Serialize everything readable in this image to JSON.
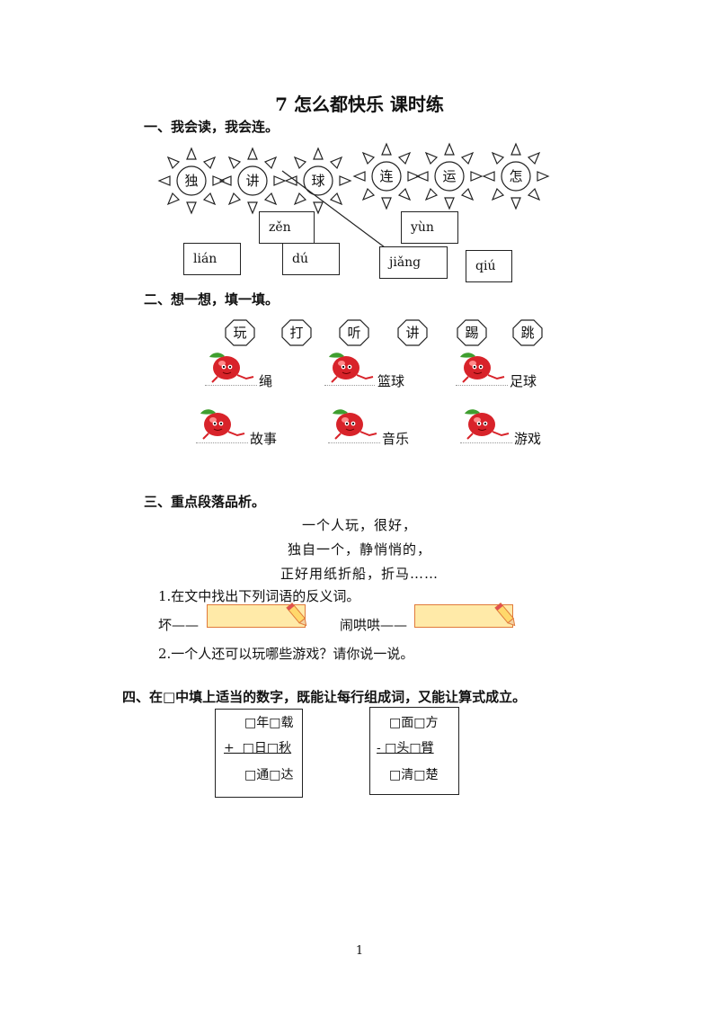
{
  "title": "7  怎么都快乐    课时练",
  "section1": {
    "heading": "一、我会读，我会连。",
    "suns": [
      "独",
      "讲",
      "球",
      "连",
      "运",
      "怎"
    ],
    "pinyin": [
      "zěn",
      "yùn",
      "lián",
      "dú",
      "jiǎng",
      "qiú"
    ]
  },
  "section2": {
    "heading": "二、想一想，填一填。",
    "verbs": [
      "玩",
      "打",
      "听",
      "讲",
      "踢",
      "跳"
    ],
    "words": [
      "绳",
      "篮球",
      "足球",
      "故事",
      "音乐",
      "游戏"
    ]
  },
  "section3": {
    "heading": "三、重点段落品析。",
    "poem": [
      "一个人玩，很好，",
      "独自一个，静悄悄的，",
      "正好用纸折船，折马……"
    ],
    "q1": "1.在文中找出下列词语的反义词。",
    "q1a": "坏——",
    "q1b": "闹哄哄——",
    "q2": "2.一个人还可以玩哪些游戏？请你说一说。"
  },
  "section4": {
    "heading": "四、在□中填上适当的数字，既能让每行组成词，又能让算式成立。",
    "box1": [
      "□年□载",
      "+  □日□秋",
      "□通□达"
    ],
    "box2": [
      "□面□方",
      "- □头□臂",
      "□清□楚"
    ]
  },
  "page_number": "1",
  "colors": {
    "note_fill": "#ffeaa8",
    "note_border": "#e07a3a",
    "apple_red": "#d8232a",
    "leaf_green": "#3f9e2f"
  }
}
